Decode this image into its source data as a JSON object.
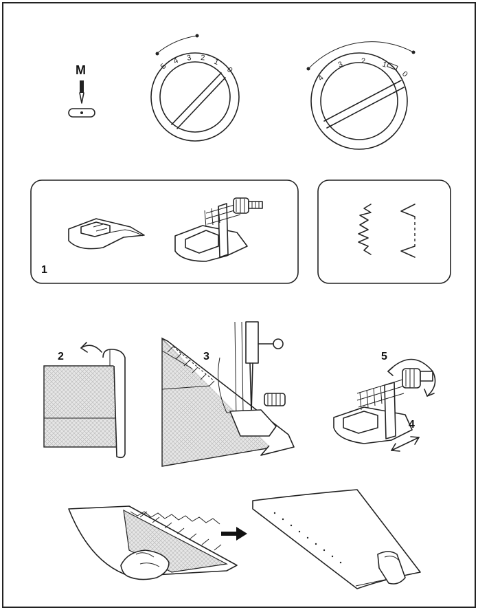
{
  "needle_position": {
    "label": "M"
  },
  "stitch_length_dial": {
    "numbers": [
      "5",
      "4",
      "3",
      "2",
      "1",
      "0"
    ]
  },
  "stitch_width_dial": {
    "numbers": [
      "4",
      "3",
      "2",
      "1",
      "0"
    ]
  },
  "presser_feet_panel": {
    "step_label": "1"
  },
  "steps": {
    "fold_label": "2",
    "sew_label": "3",
    "adjust_label": "4",
    "knob_label": "5"
  },
  "colors": {
    "line": "#222222",
    "fabric": "#d9d9d9",
    "background": "#ffffff"
  }
}
